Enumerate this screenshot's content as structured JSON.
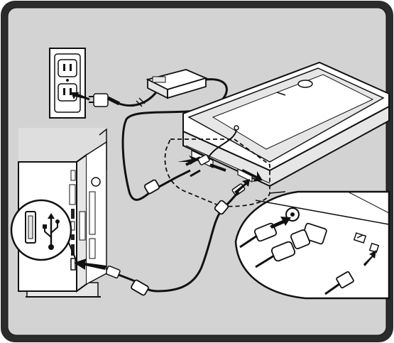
{
  "figure": {
    "kind": "scanner connection diagram",
    "colors": {
      "frame_outer": "#2b2b2b",
      "frame_inner": "#d3d3d3",
      "line": "#111111",
      "device_fill": "#ffffff",
      "shade": "#e6e6e6",
      "dark": "#222222"
    },
    "icons": [
      "wall-outlet-icon",
      "ac-adapter-icon",
      "scanner-icon",
      "computer-tower-icon",
      "usb-symbol-icon",
      "arrow-icon"
    ],
    "callouts": [
      "usb-port-callout",
      "scanner-rear-ports-callout"
    ]
  }
}
